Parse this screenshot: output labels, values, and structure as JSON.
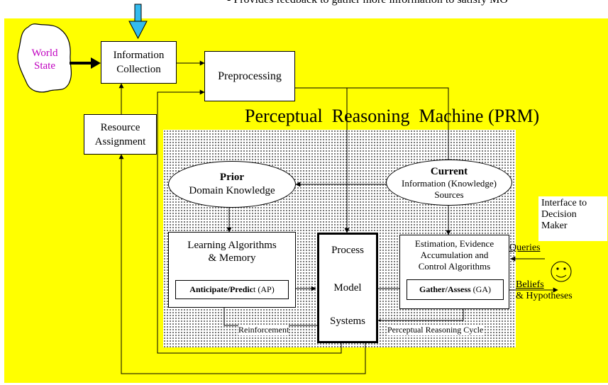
{
  "header": {
    "feedback_note": "- Provides feedback to gather more information to satisfy MO"
  },
  "nodes": {
    "world_state": {
      "line1": "World",
      "line2": "State"
    },
    "information_collection": {
      "line1": "Information",
      "line2": "Collection"
    },
    "preprocessing": "Preprocessing",
    "resource_assignment": {
      "line1": "Resource",
      "line2": "Assignment"
    },
    "prm_title": "Perceptual  Reasoning  Machine (PRM)",
    "prior": {
      "title": "Prior",
      "subtitle": "Domain Knowledge"
    },
    "current": {
      "title": "Current",
      "line2": "Information (Knowledge)",
      "line3": "Sources"
    },
    "learning": {
      "line1": "Learning Algorithms",
      "line2": "& Memory"
    },
    "anticipate": {
      "bold": "Anticipate/Predic",
      "rest": "t (AP)"
    },
    "process_model": {
      "line1": "Process",
      "line2": "Model",
      "line3": "Systems"
    },
    "estimation": {
      "line1": "Estimation, Evidence",
      "line2": "Accumulation and",
      "line3": "Control Algorithms"
    },
    "gather": {
      "bold": "Gather/Assess",
      "rest": " (GA)"
    },
    "interface": {
      "line1": "Interface to",
      "line2": "Decision",
      "line3": "Maker"
    }
  },
  "labels": {
    "reinforcement": "Reinforcement",
    "cycle": "Perceptual Reasoning Cycle",
    "queries": "Queries",
    "beliefs": {
      "line1": "Beliefs",
      "line2": "& Hypotheses"
    }
  },
  "colors": {
    "background": "#ffff00",
    "input_arrow": "#33bbee"
  }
}
